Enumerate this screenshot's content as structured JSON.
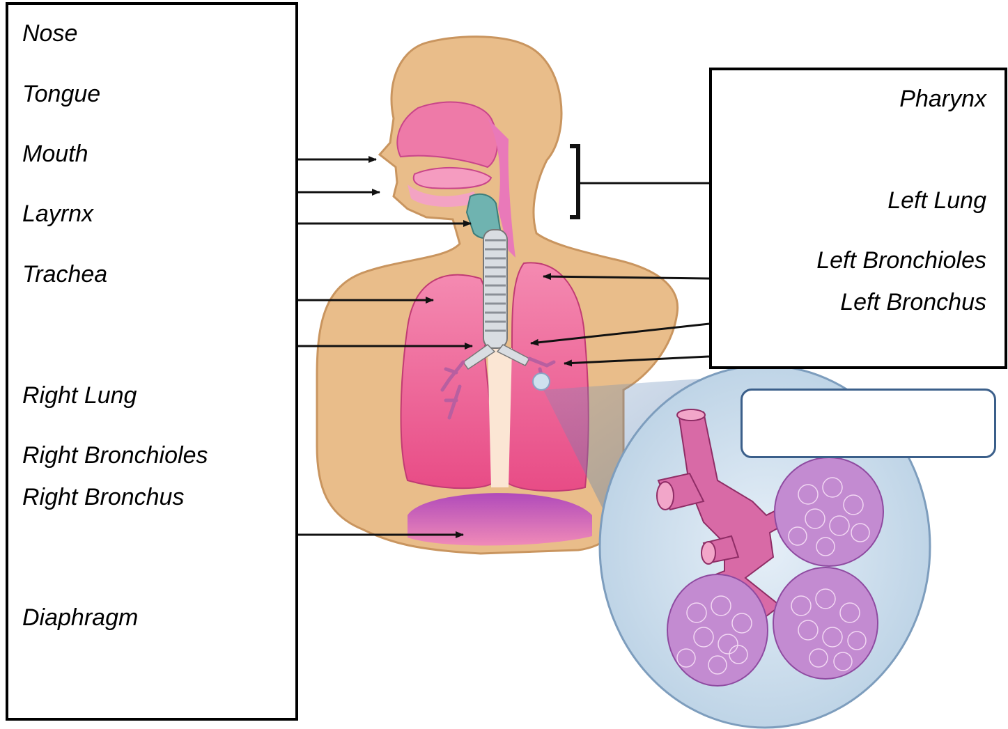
{
  "left_labels": {
    "nose": "Nose",
    "tongue": "Tongue",
    "mouth": "Mouth",
    "larynx": "Layrnx",
    "trachea": "Trachea",
    "right_lung": "Right Lung",
    "right_bronchioles": "Right Bronchioles",
    "right_bronchus": "Right Bronchus",
    "diaphragm": "Diaphragm"
  },
  "right_labels": {
    "pharynx": "Pharynx",
    "left_lung": "Left Lung",
    "left_bronchioles": "Left Bronchioles",
    "left_bronchus": "Left Bronchus"
  },
  "blank_label": "",
  "colors": {
    "skin": "#e9bd8a",
    "skin_outline": "#c9955f",
    "lung": "#ef5f93",
    "lung_light": "#f7a3c4",
    "larynx": "#6fb3b0",
    "diaphragm": "#c35ab8",
    "zoom_circle": "#d3e3f0",
    "alveoli": "#b77bc6"
  },
  "icons": [
    "arrow-icon",
    "bracket-icon"
  ]
}
